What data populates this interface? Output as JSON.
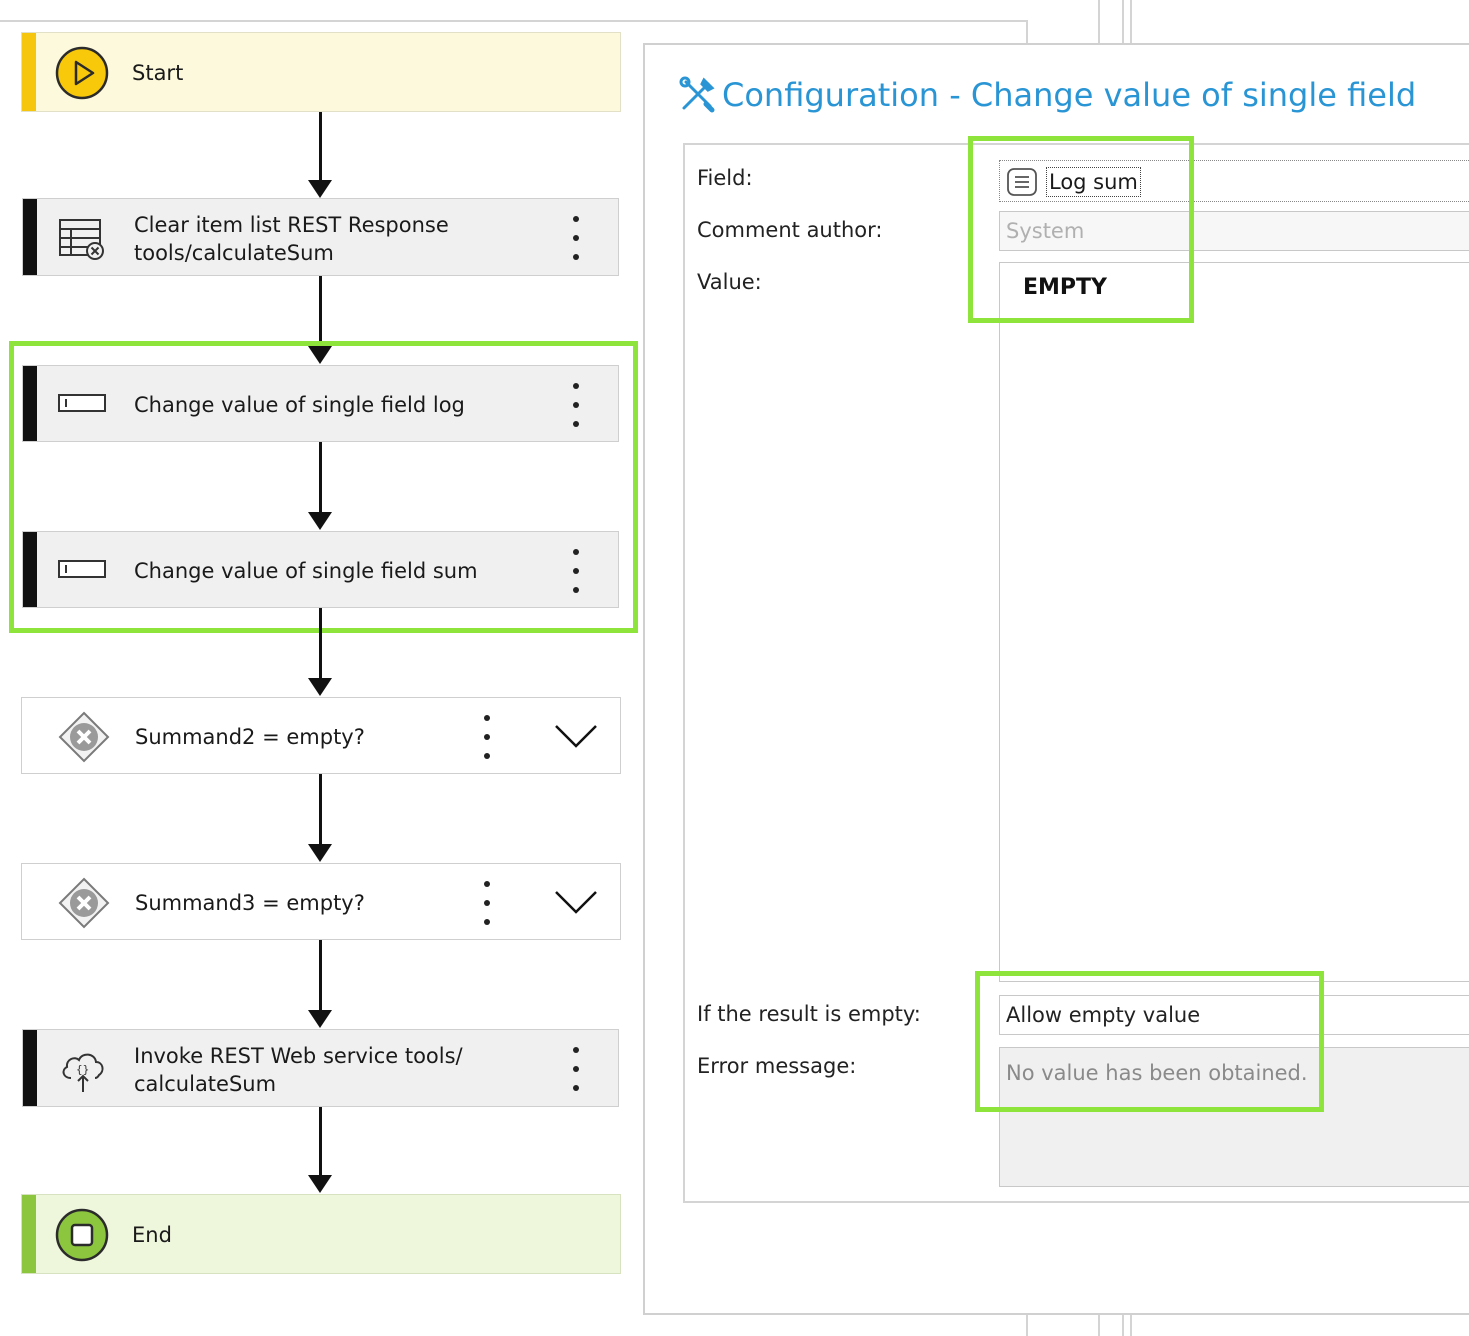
{
  "workflow": {
    "start": {
      "label": "Start",
      "icon": "play-icon",
      "color": "#f7c90a"
    },
    "nodes": [
      {
        "line1": "Clear item list REST Response",
        "line2": "tools/calculateSum",
        "icon": "clear-list-icon"
      },
      {
        "line1": "Change value of single field log",
        "icon": "field-icon"
      },
      {
        "line1": "Change value of single field sum",
        "icon": "field-icon"
      },
      {
        "line1": "Summand2 = empty?",
        "icon": "condition-x-icon"
      },
      {
        "line1": "Summand3 = empty?",
        "icon": "condition-x-icon"
      },
      {
        "line1": "Invoke REST Web service tools/",
        "line2": "calculateSum",
        "icon": "cloud-api-icon"
      }
    ],
    "end": {
      "label": "End",
      "icon": "stop-icon",
      "color": "#8cc63f"
    }
  },
  "config": {
    "title": "Configuration - Change value of single field",
    "title_icon": "tools-icon",
    "title_color": "#2a95d4",
    "field_label": "Field:",
    "field_value": "Log sum",
    "comment_author_label": "Comment author:",
    "comment_author_placeholder": "System",
    "value_label": "Value:",
    "value_token": "EMPTY",
    "if_empty_label": "If the result is empty:",
    "if_empty_value": "Allow empty value",
    "error_message_label": "Error message:",
    "error_message_placeholder": "No value has been obtained."
  },
  "highlight_color": "#8ee43a"
}
